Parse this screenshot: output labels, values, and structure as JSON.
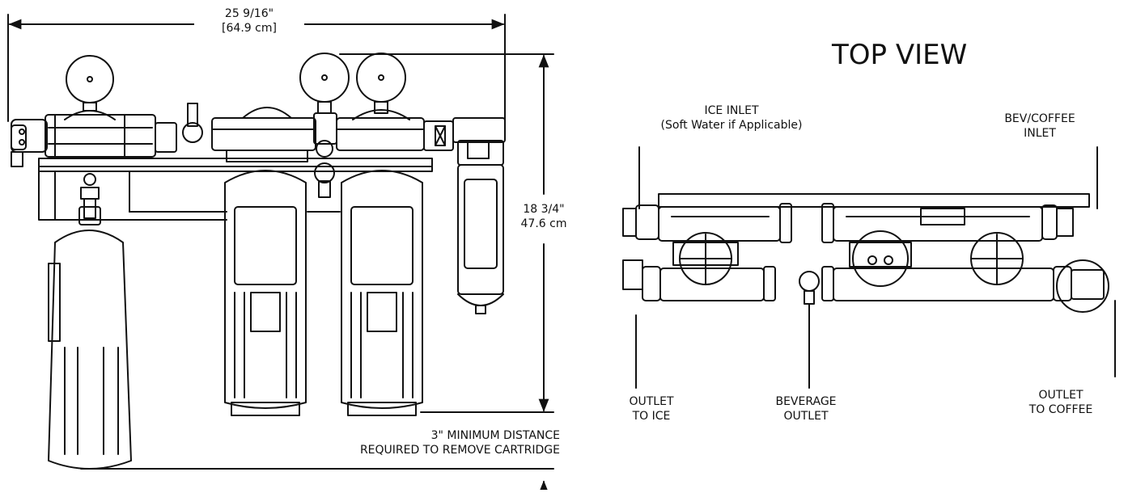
{
  "front_view": {
    "width_dim": {
      "imperial": "25 9/16\"",
      "metric": "[64.9 cm]"
    },
    "height_dim": {
      "imperial": "18 3/4\"",
      "metric": "47.6 cm"
    },
    "clearance_note": {
      "line1": "3\" MINIMUM DISTANCE",
      "line2": "REQUIRED TO REMOVE CARTRIDGE"
    }
  },
  "top_view": {
    "title": "TOP VIEW",
    "labels": {
      "ice_inlet": {
        "line1": "ICE INLET",
        "line2": "(Soft Water if Applicable)"
      },
      "bev_inlet": {
        "line1": "BEV/COFFEE",
        "line2": "INLET"
      },
      "outlet_ice": {
        "line1": "OUTLET",
        "line2": "TO ICE"
      },
      "beverage_outlet": {
        "line1": "BEVERAGE",
        "line2": "OUTLET"
      },
      "outlet_coffee": {
        "line1": "OUTLET",
        "line2": "TO COFFEE"
      }
    }
  },
  "colors": {
    "line": "#111111",
    "fill": "#ffffff",
    "shade": "#d9d9d9"
  }
}
